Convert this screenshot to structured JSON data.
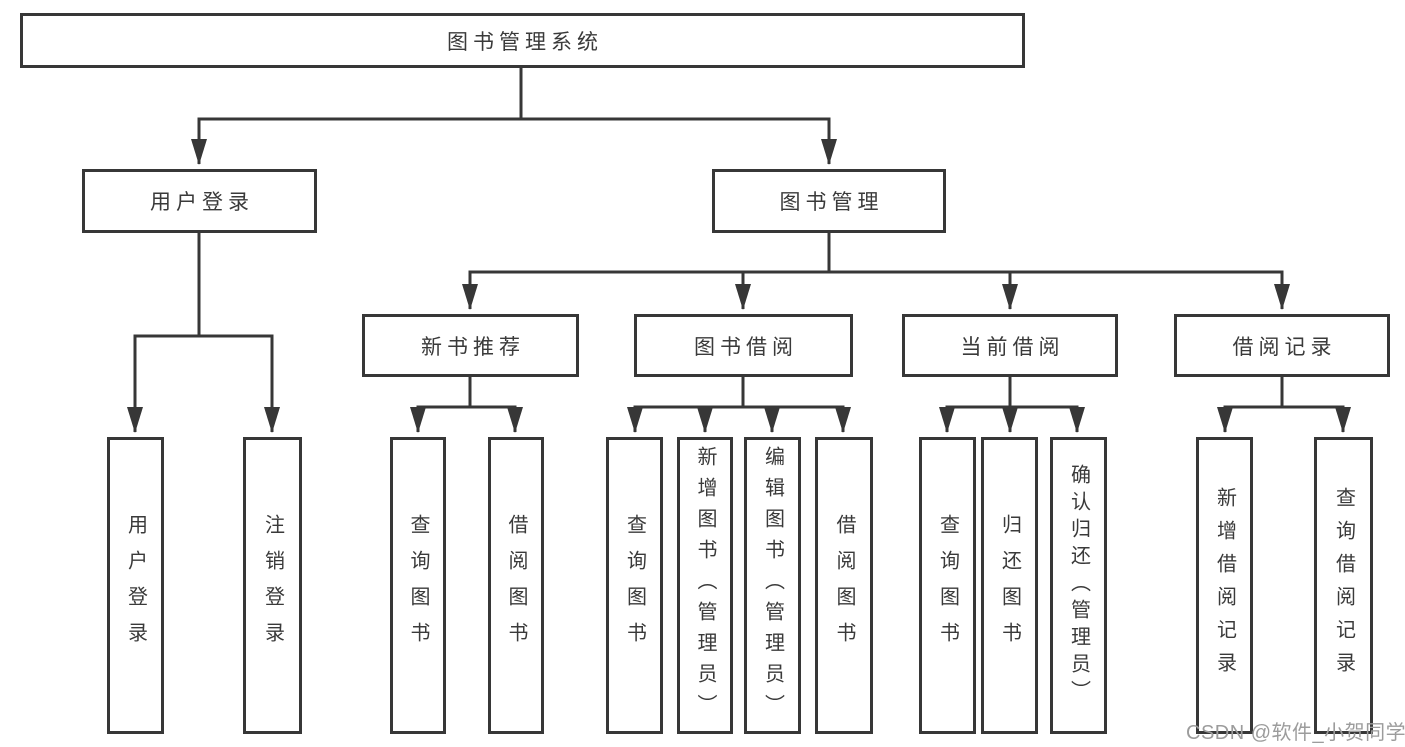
{
  "diagram_type": "hierarchy-tree",
  "colors": {
    "line": "#373737",
    "text": "#3a3a3a",
    "box_background": "#ffffff",
    "page_background": "#ffffff",
    "watermark": "#9c9c9c"
  },
  "tree": {
    "root": {
      "label": "图书管理系统"
    },
    "branches": [
      {
        "label": "用户登录",
        "children": [
          {
            "label": "用户登录"
          },
          {
            "label": "注销登录"
          }
        ]
      },
      {
        "label": "图书管理",
        "children": [
          {
            "label": "新书推荐",
            "children": [
              {
                "label": "查询图书"
              },
              {
                "label": "借阅图书"
              }
            ]
          },
          {
            "label": "图书借阅",
            "children": [
              {
                "label": "查询图书"
              },
              {
                "label": "新增图书（管理员）"
              },
              {
                "label": "编辑图书（管理员）"
              },
              {
                "label": "借阅图书"
              }
            ]
          },
          {
            "label": "当前借阅",
            "children": [
              {
                "label": "查询图书"
              },
              {
                "label": "归还图书"
              },
              {
                "label": "确认归还（管理员）"
              }
            ]
          },
          {
            "label": "借阅记录",
            "children": [
              {
                "label": "新增借阅记录"
              },
              {
                "label": "查询借阅记录"
              }
            ]
          }
        ]
      }
    ]
  },
  "watermark": {
    "text": "CSDN @软件_小贺同学"
  }
}
